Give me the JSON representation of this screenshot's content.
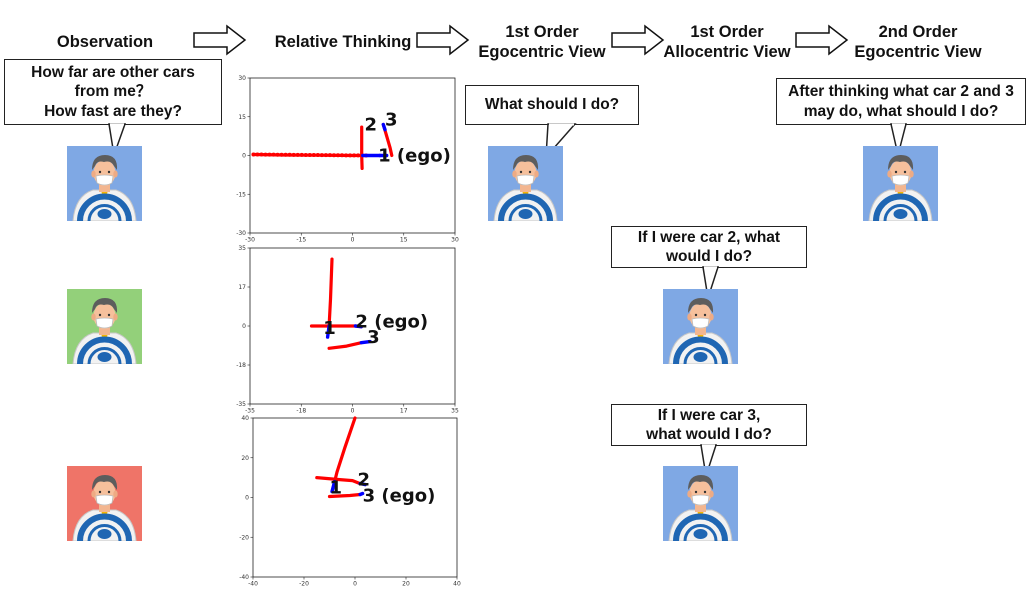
{
  "headers": {
    "observation": "Observation",
    "relative": "Relative Thinking",
    "ego1": [
      "1st Order",
      "Egocentric View"
    ],
    "allo1": [
      "1st Order",
      "Allocentric View"
    ],
    "ego2": [
      "2nd Order",
      "Egocentric View"
    ]
  },
  "bubbles": {
    "observation": [
      "How far are other cars",
      "from me？",
      "How fast are they?"
    ],
    "ego1": [
      "What should I do?"
    ],
    "car2": [
      "If I were car 2, what",
      "would I do?"
    ],
    "car3": [
      "If I were car 3,",
      "what would I do?"
    ],
    "ego2": [
      "After thinking what car 2 and 3",
      "may do, what should I do?"
    ]
  },
  "drivers": {
    "blue": "#7fa8e4",
    "green": "#93d07a",
    "red": "#ef7468"
  },
  "colors": {
    "trajectory": "#ff0000",
    "recent": "#0000ff"
  },
  "chart_data": [
    {
      "type": "line",
      "xlim": [
        -30,
        30
      ],
      "ylim": [
        -30,
        30
      ],
      "xticks": [
        "-30",
        "-15",
        "0",
        "15",
        "30"
      ],
      "yticks": [
        "30",
        "15",
        "0",
        "-15",
        "-30"
      ],
      "series": [
        {
          "values": [
            [
              -29,
              0.4
            ],
            [
              -20,
              0.2
            ],
            [
              -10,
              0.1
            ],
            [
              0,
              0
            ],
            [
              3,
              0
            ],
            [
              4,
              0
            ]
          ],
          "dotted": true
        },
        {
          "values": [
            [
              2.7,
              11
            ],
            [
              2.7,
              0
            ],
            [
              2.8,
              -5
            ]
          ]
        },
        {
          "values": [
            [
              9,
              12
            ],
            [
              11,
              3
            ],
            [
              11.5,
              0
            ]
          ]
        }
      ],
      "recent": [
        {
          "values": [
            [
              3,
              0
            ],
            [
              8,
              0
            ]
          ]
        },
        {
          "values": [
            [
              9,
              12
            ],
            [
              9.5,
              10
            ]
          ]
        },
        {
          "values": [
            [
              8,
              0
            ],
            [
              10,
              0
            ]
          ]
        }
      ],
      "labels": [
        {
          "text": "2",
          "x": 3.5,
          "y": 12
        },
        {
          "text": "3",
          "x": 9.5,
          "y": 14
        },
        {
          "text": "1 (ego)",
          "x": 7.5,
          "y": 0
        }
      ]
    },
    {
      "type": "line",
      "xlim": [
        -35,
        35
      ],
      "ylim": [
        -35,
        35
      ],
      "xticks": [
        "-35",
        "-18",
        "0",
        "17",
        "35"
      ],
      "yticks": [
        "35",
        "17",
        "0",
        "-18",
        "-35"
      ],
      "series": [
        {
          "values": [
            [
              -7,
              30
            ],
            [
              -7.5,
              12
            ],
            [
              -8,
              0
            ]
          ]
        },
        {
          "values": [
            [
              -14,
              0
            ],
            [
              -7,
              0
            ],
            [
              1,
              0
            ],
            [
              3,
              -0.3
            ]
          ]
        },
        {
          "values": [
            [
              -8,
              -10
            ],
            [
              -2,
              -9
            ],
            [
              3,
              -7.5
            ]
          ]
        }
      ],
      "recent": [
        {
          "values": [
            [
              -8,
              0
            ],
            [
              -8.5,
              -5
            ]
          ]
        },
        {
          "values": [
            [
              1,
              0
            ],
            [
              3,
              -0.3
            ]
          ]
        },
        {
          "values": [
            [
              3,
              -7.5
            ],
            [
              6,
              -7
            ]
          ]
        }
      ],
      "labels": [
        {
          "text": "1",
          "x": -10,
          "y": -1
        },
        {
          "text": "2 (ego)",
          "x": 1,
          "y": 2
        },
        {
          "text": "3",
          "x": 5,
          "y": -5
        }
      ]
    },
    {
      "type": "line",
      "xlim": [
        -40,
        40
      ],
      "ylim": [
        -40,
        40
      ],
      "xticks": [
        "-40",
        "-20",
        "0",
        "20",
        "40"
      ],
      "yticks": [
        "40",
        "20",
        "0",
        "-20",
        "-40"
      ],
      "series": [
        {
          "values": [
            [
              0,
              40
            ],
            [
              -4,
              25
            ],
            [
              -7,
              13
            ],
            [
              -8,
              8
            ]
          ]
        },
        {
          "values": [
            [
              -15,
              10
            ],
            [
              -6,
              9
            ],
            [
              -1,
              8.5
            ],
            [
              2,
              7
            ]
          ]
        },
        {
          "values": [
            [
              -10,
              0.5
            ],
            [
              -2,
              1
            ],
            [
              2,
              1.5
            ]
          ]
        }
      ],
      "recent": [
        {
          "values": [
            [
              -8,
              8
            ],
            [
              -9,
              3
            ]
          ]
        },
        {
          "values": [
            [
              2,
              7
            ],
            [
              4,
              6.5
            ]
          ]
        },
        {
          "values": [
            [
              2,
              1.5
            ],
            [
              3,
              2
            ]
          ]
        }
      ],
      "labels": [
        {
          "text": "1",
          "x": -10,
          "y": 5
        },
        {
          "text": "2",
          "x": 1,
          "y": 9
        },
        {
          "text": "3 (ego)",
          "x": 3,
          "y": 1
        }
      ]
    }
  ]
}
